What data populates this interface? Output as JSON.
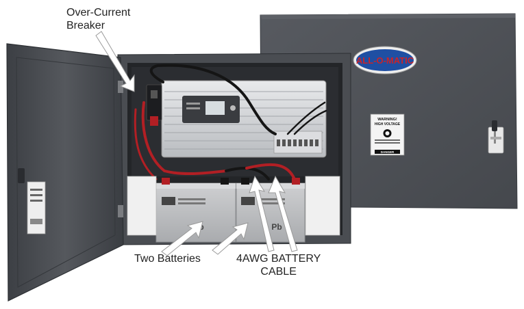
{
  "callouts": {
    "breaker_line1": "Over-Current",
    "breaker_line2": "Breaker",
    "batteries": "Two Batteries",
    "cable_line1": "4AWG BATTERY",
    "cable_line2": "CABLE"
  },
  "enclosure": {
    "brand_logo": "ALL-O-MATIC",
    "warning_title": "WARNING!",
    "warning_subtitle": "HIGH VOLTAGE",
    "warning_footer": "DANGER",
    "colors": {
      "cabinet": "#4a4d52",
      "cabinet_dark": "#2f3236",
      "logo_red": "#c8242b",
      "logo_blue": "#1f4fa3",
      "battery_red": "#b21f24"
    }
  }
}
